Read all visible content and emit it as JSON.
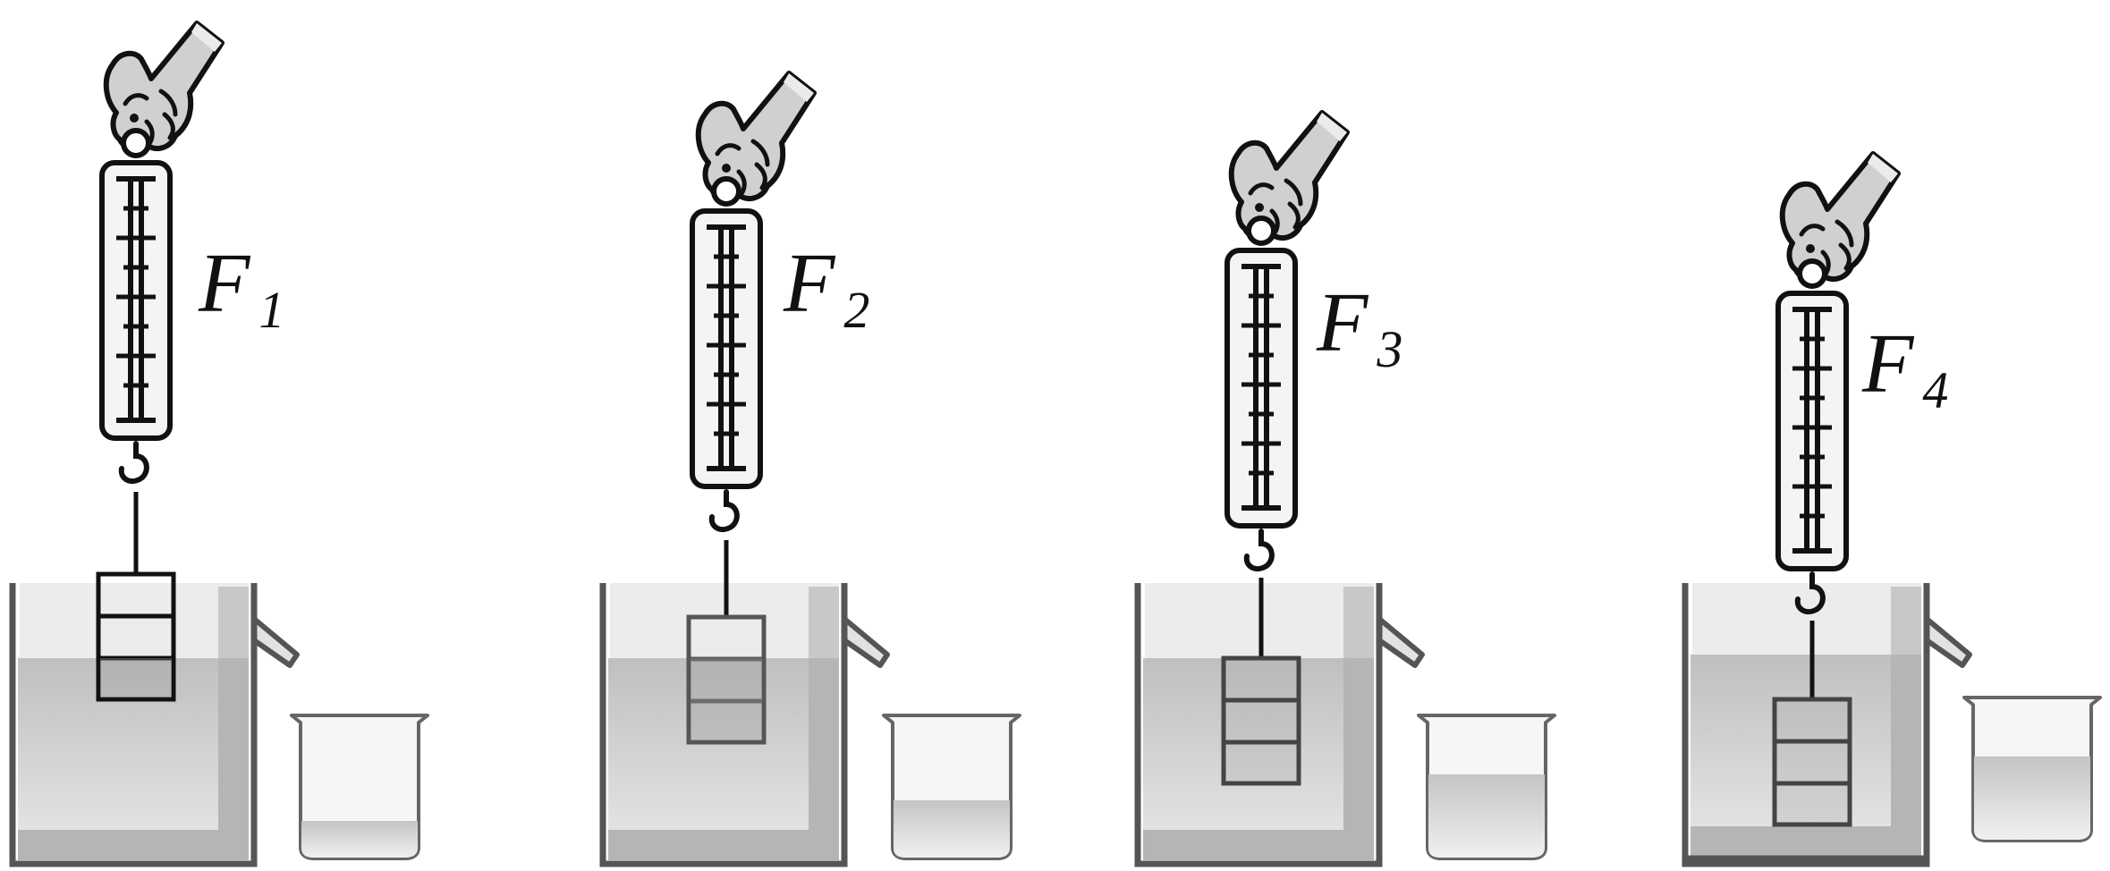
{
  "figure": {
    "panels": [
      {
        "label": "F",
        "subscript": "1",
        "block_submersion": "partial",
        "overflow_beaker_water": "low"
      },
      {
        "label": "F",
        "subscript": "2",
        "block_submersion": "two-thirds",
        "overflow_beaker_water": "medium"
      },
      {
        "label": "F",
        "subscript": "3",
        "block_submersion": "full",
        "overflow_beaker_water": "high"
      },
      {
        "label": "F",
        "subscript": "4",
        "block_submersion": "full-deep",
        "overflow_beaker_water": "high"
      }
    ]
  }
}
